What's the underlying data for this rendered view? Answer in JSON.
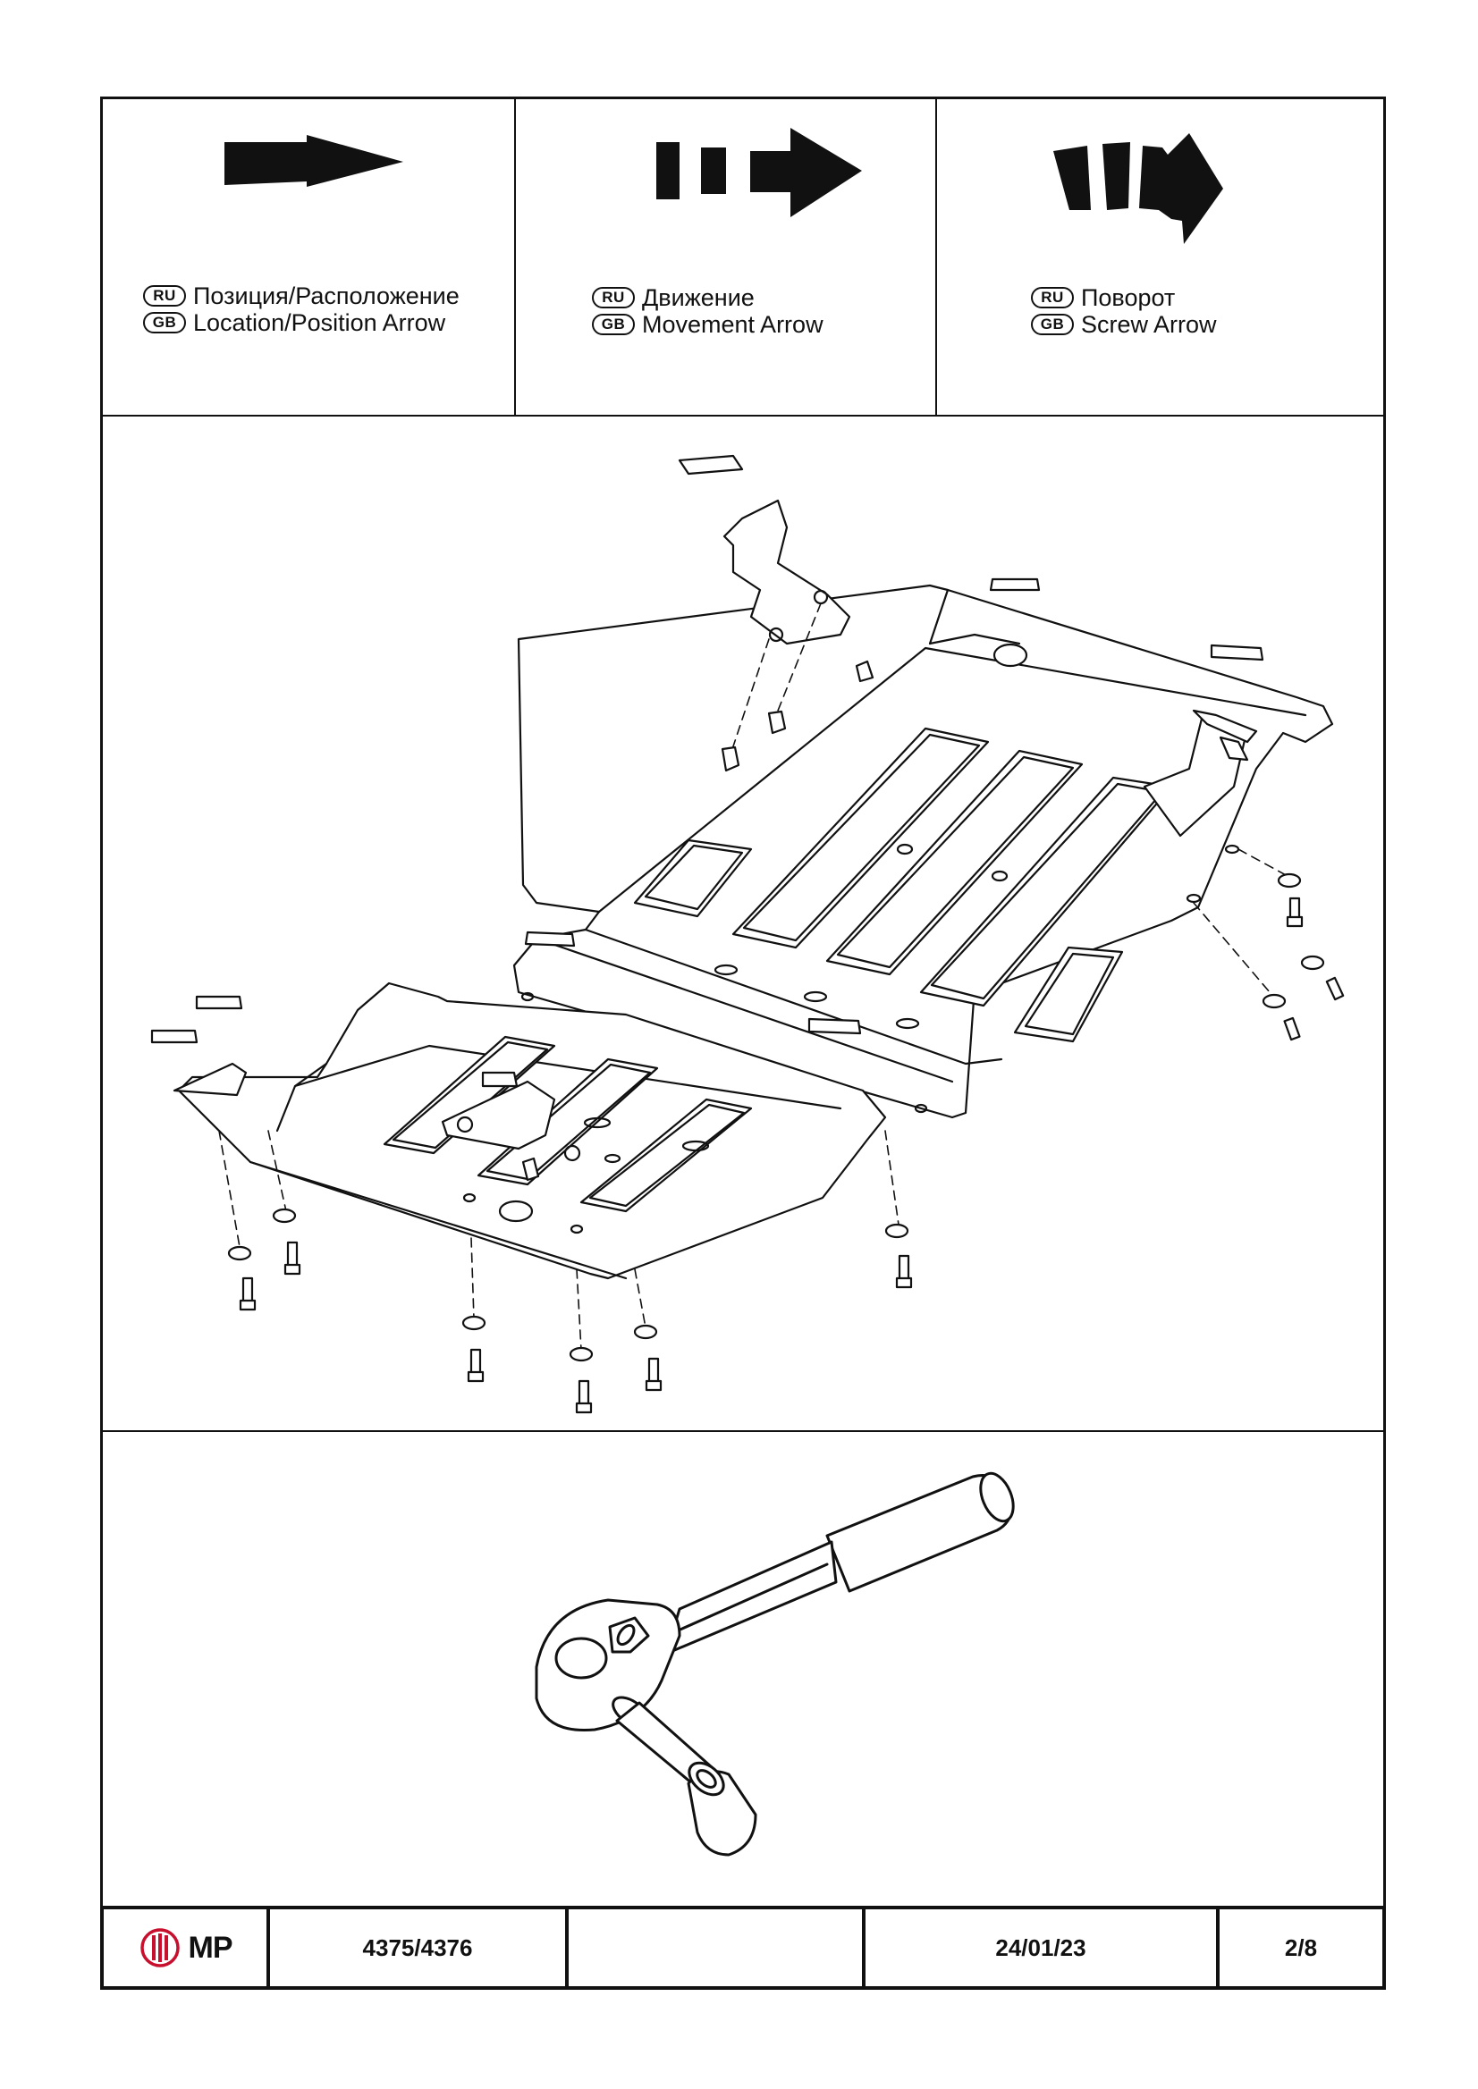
{
  "legend": {
    "cells": [
      {
        "icon": "position-arrow-icon",
        "ru_badge": "RU",
        "gb_badge": "GB",
        "ru": "Позиция/Расположение",
        "gb": "Location/Position Arrow"
      },
      {
        "icon": "movement-arrow-icon",
        "ru_badge": "RU",
        "gb_badge": "GB",
        "ru": "Движение",
        "gb": "Movement Arrow"
      },
      {
        "icon": "screw-arrow-icon",
        "ru_badge": "RU",
        "gb_badge": "GB",
        "ru": "Поворот",
        "gb": "Screw Arrow"
      }
    ]
  },
  "drawing": {
    "subject": "skid-plate-assembly-diagram"
  },
  "tool": {
    "icon": "ratchet-wrench-icon"
  },
  "footer": {
    "logo_text": "MP",
    "part_number": "4375/4376",
    "blank": "",
    "date": "24/01/23",
    "page": "2/8"
  },
  "colors": {
    "ink": "#111111",
    "logo_red": "#c8102e",
    "paper": "#ffffff"
  }
}
